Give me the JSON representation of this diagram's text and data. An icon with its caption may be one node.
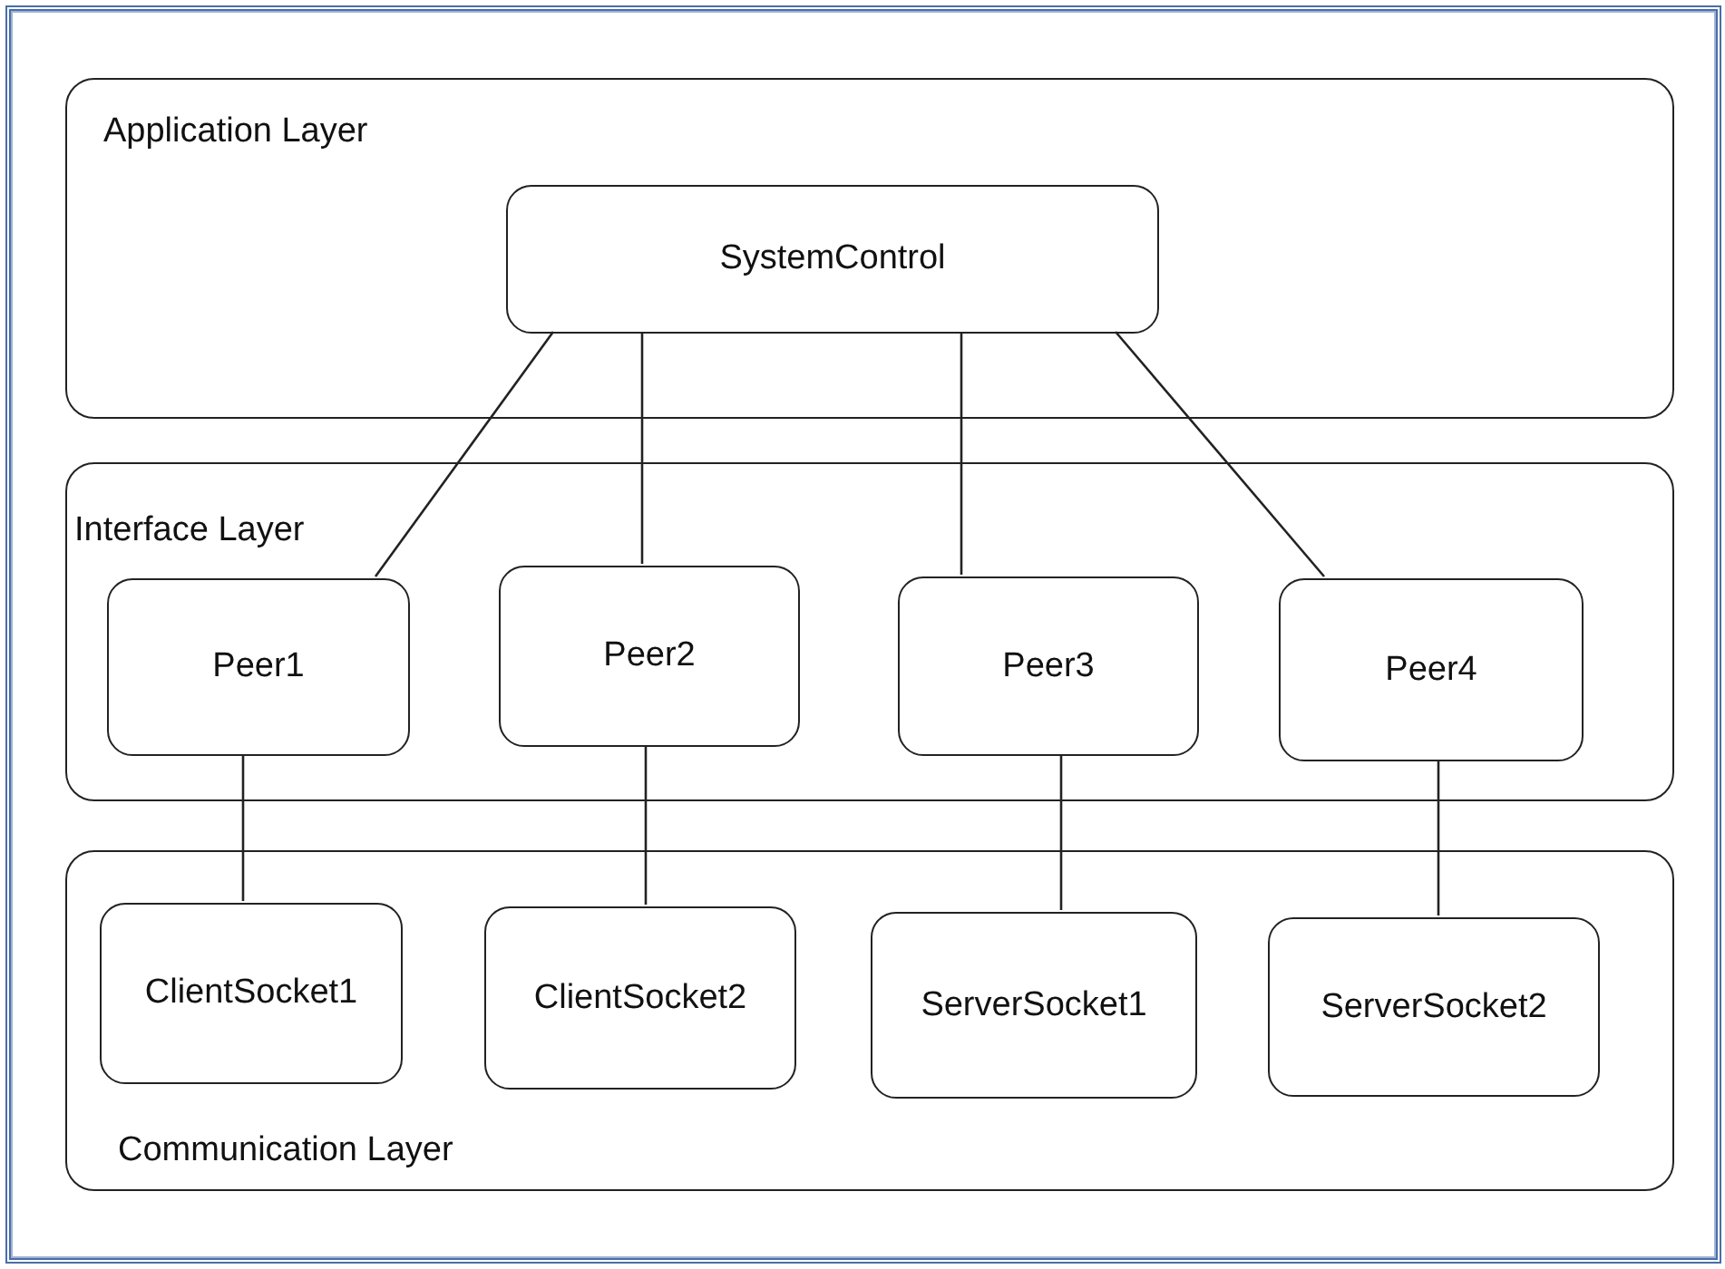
{
  "diagram": {
    "nodes": [
      {
        "text": [
          "Application Layer"
        ]
      },
      {
        "text": [
          "SystemControl"
        ],
        "in": 0
      },
      {
        "text": [
          "Interface Layer"
        ]
      },
      {
        "text": [
          "Peer1"
        ],
        "in": 2
      },
      {
        "text": [
          "Peer2"
        ],
        "in": 2
      },
      {
        "text": [
          "Peer3"
        ],
        "in": 2
      },
      {
        "text": [
          "Peer4"
        ],
        "in": 2
      },
      {
        "text": [
          "Communication Layer"
        ]
      },
      {
        "text": [
          "ClientSocket1"
        ],
        "in": 7
      },
      {
        "text": [
          "ClientSocket2"
        ],
        "in": 7
      },
      {
        "text": [
          "ServerSocket1"
        ],
        "in": 7
      },
      {
        "text": [
          "ServerSocket2"
        ],
        "in": 7
      }
    ],
    "edges": [
      {
        "from": 1,
        "to": 3,
        "arrow": "none"
      },
      {
        "from": 1,
        "to": 4,
        "arrow": "none"
      },
      {
        "from": 1,
        "to": 5,
        "arrow": "none"
      },
      {
        "from": 1,
        "to": 6,
        "arrow": "none"
      },
      {
        "from": 3,
        "to": 8,
        "arrow": "none"
      },
      {
        "from": 4,
        "to": 9,
        "arrow": "none"
      },
      {
        "from": 5,
        "to": 10,
        "arrow": "none"
      },
      {
        "from": 6,
        "to": 11,
        "arrow": "none"
      }
    ]
  }
}
